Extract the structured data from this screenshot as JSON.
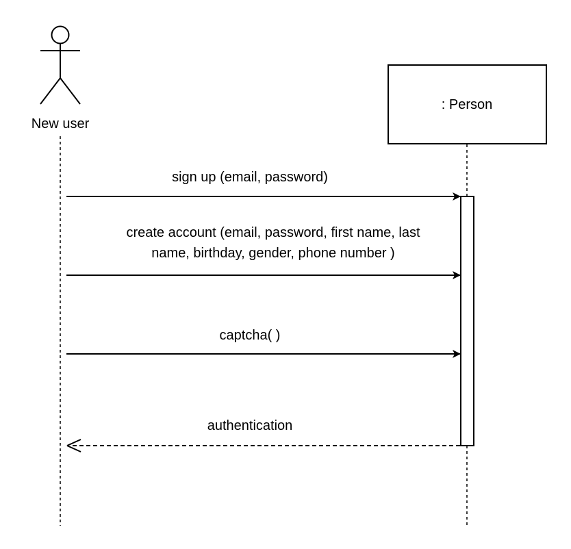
{
  "actors": {
    "user": {
      "label": "New user"
    },
    "person": {
      "label": ": Person"
    }
  },
  "messages": {
    "signup": {
      "label": "sign up (email, password)"
    },
    "create_account": {
      "label_line1": "create account (email, password, first name, last",
      "label_line2": "name, birthday, gender, phone number )"
    },
    "captcha": {
      "label": "captcha( )"
    },
    "authentication": {
      "label": "authentication"
    }
  },
  "colors": {
    "stroke": "#000000",
    "background": "#ffffff"
  }
}
